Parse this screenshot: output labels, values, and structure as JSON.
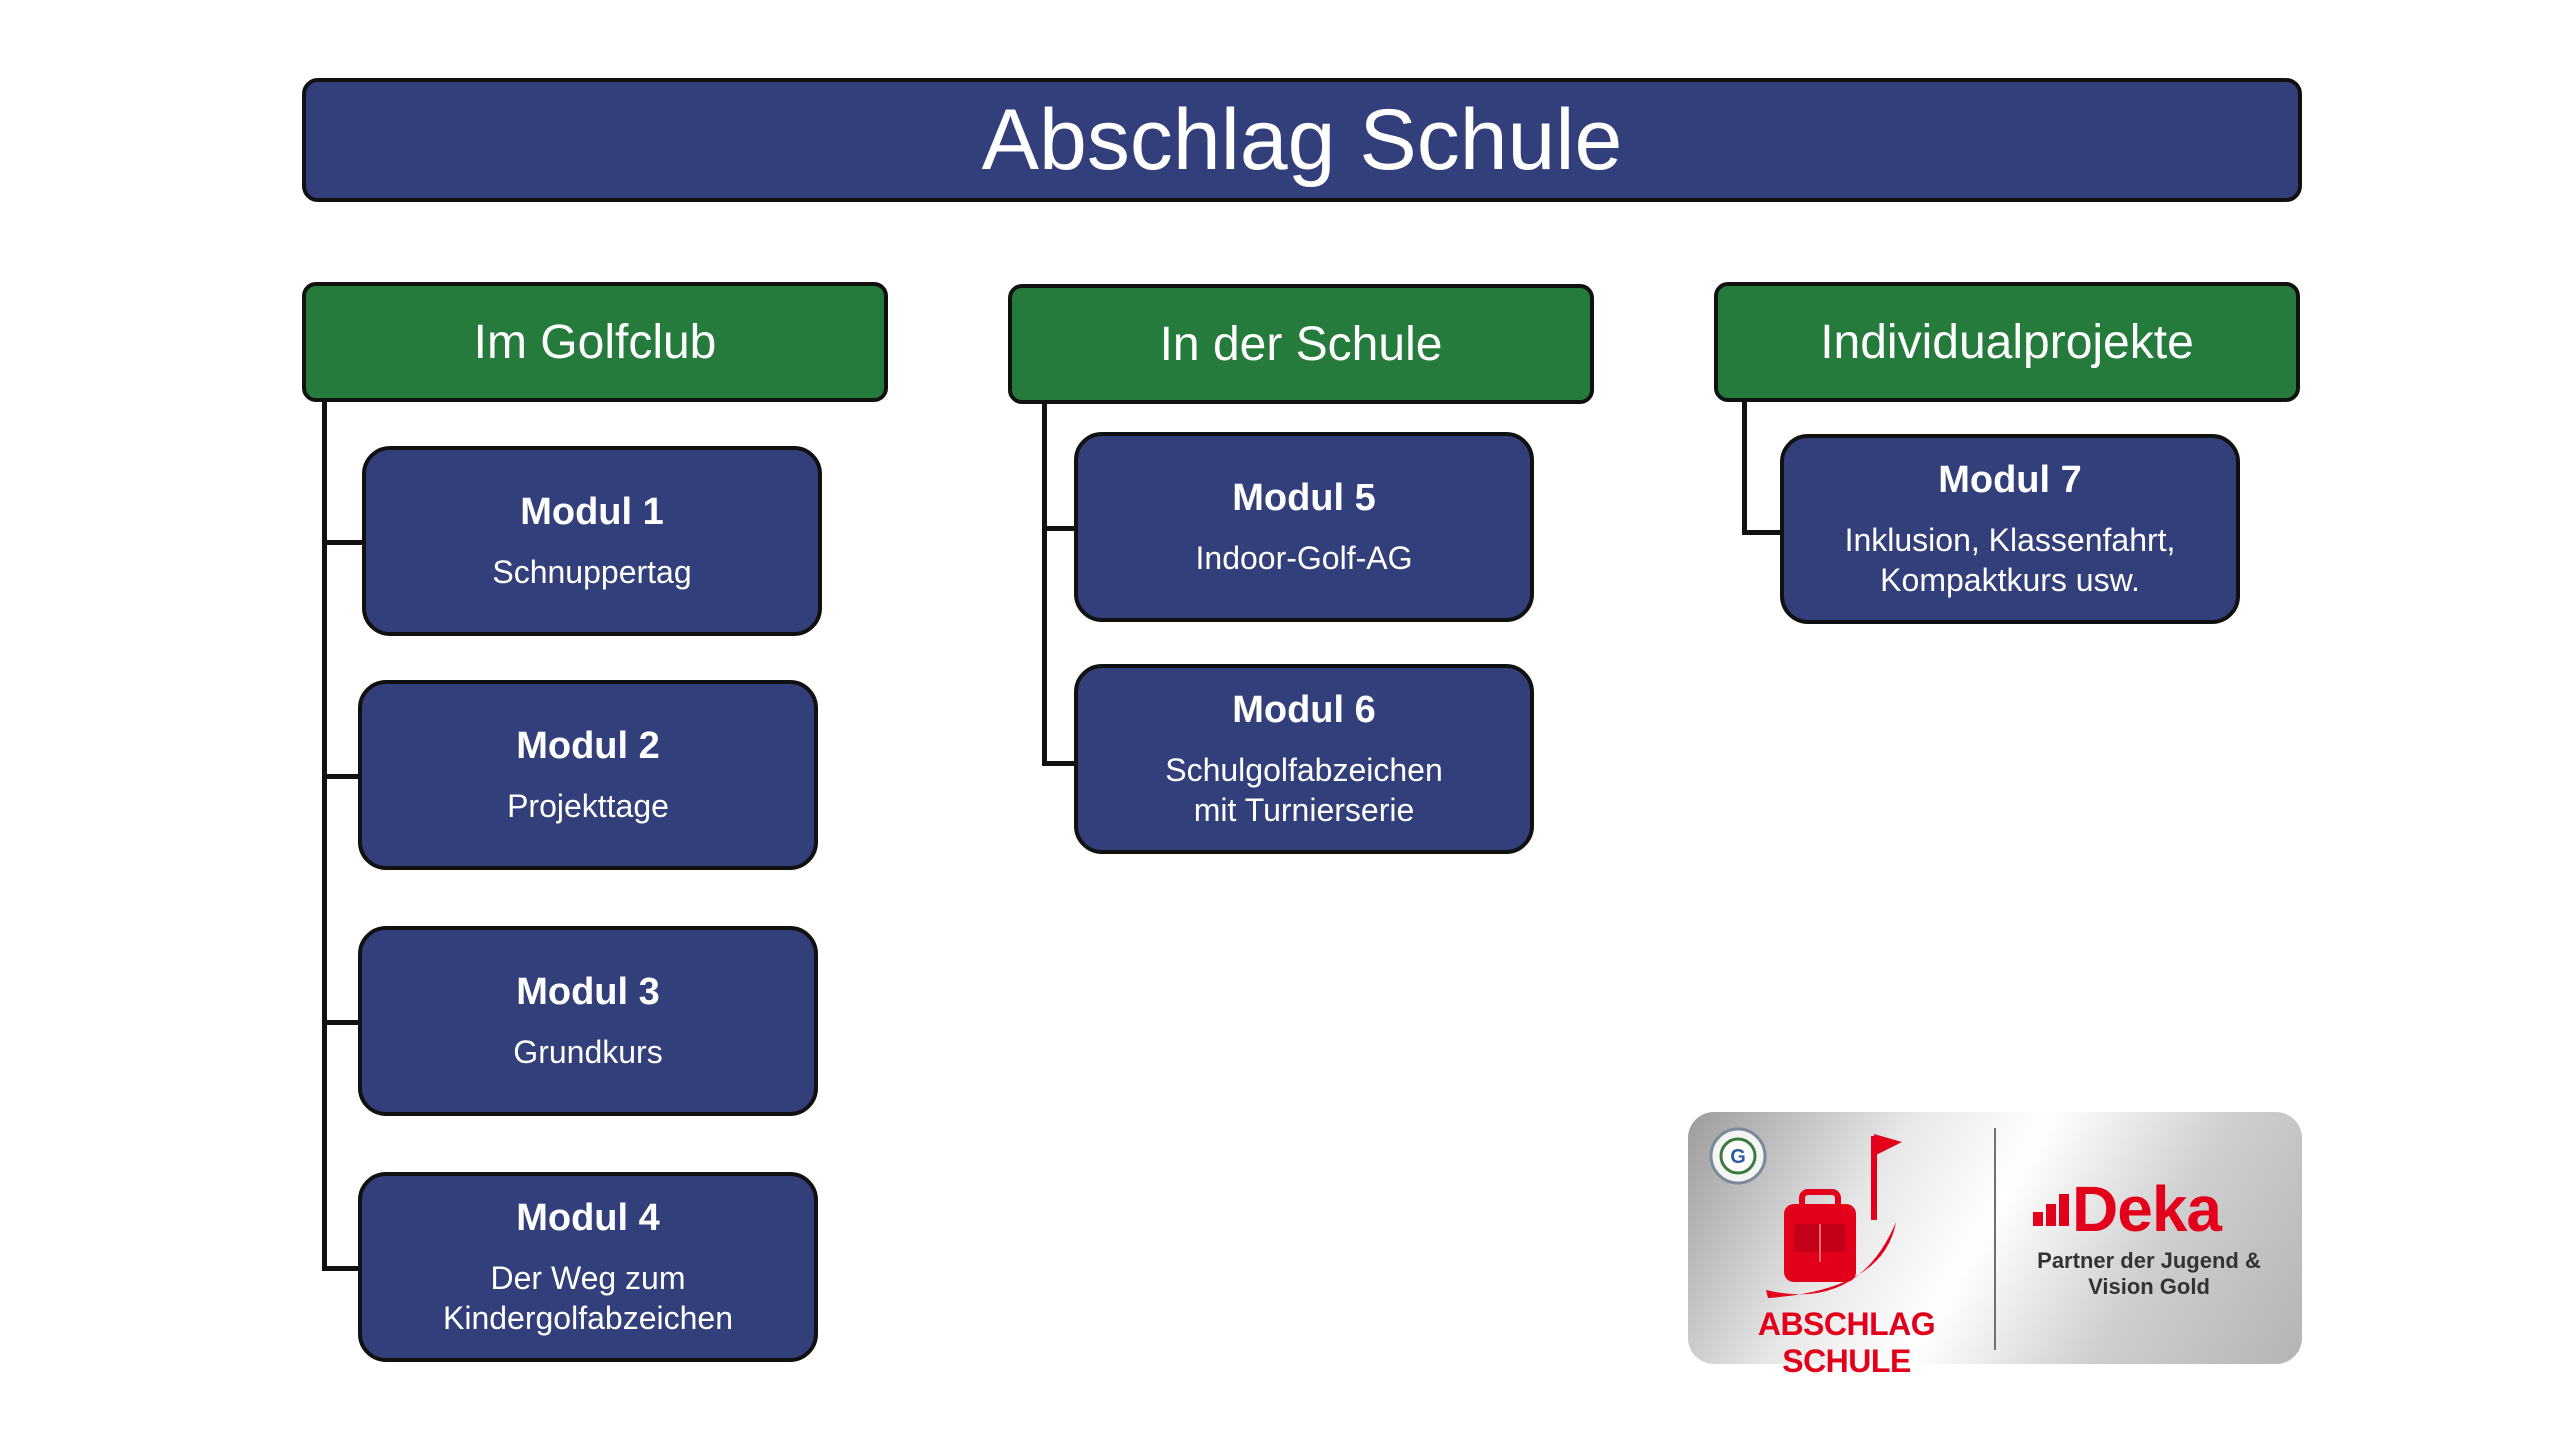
{
  "title": "Abschlag Schule",
  "categories": [
    {
      "label": "Im Golfclub"
    },
    {
      "label": "In der Schule"
    },
    {
      "label": "Individualprojekte"
    }
  ],
  "modules": [
    {
      "title": "Modul 1",
      "desc": "Schnuppertag"
    },
    {
      "title": "Modul 2",
      "desc": "Projekttage"
    },
    {
      "title": "Modul 3",
      "desc": "Grundkurs"
    },
    {
      "title": "Modul 4",
      "desc": "Der Weg zum\nKindergolfabzeichen"
    },
    {
      "title": "Modul 5",
      "desc": "Indoor-Golf-AG"
    },
    {
      "title": "Modul 6",
      "desc": "Schulgolfabzeichen\nmit Turnierserie"
    },
    {
      "title": "Modul 7",
      "desc": "Inklusion, Klassenfahrt,\nKompaktkurs usw."
    }
  ],
  "logo": {
    "brand": "ABSCHLAG SCHULE",
    "partner_brand": "Deka",
    "partner_text": "Partner der Jugend &\nVision Gold",
    "colors": {
      "red": "#e3001b",
      "navy": "#323f7b",
      "green": "#257b3b"
    }
  }
}
